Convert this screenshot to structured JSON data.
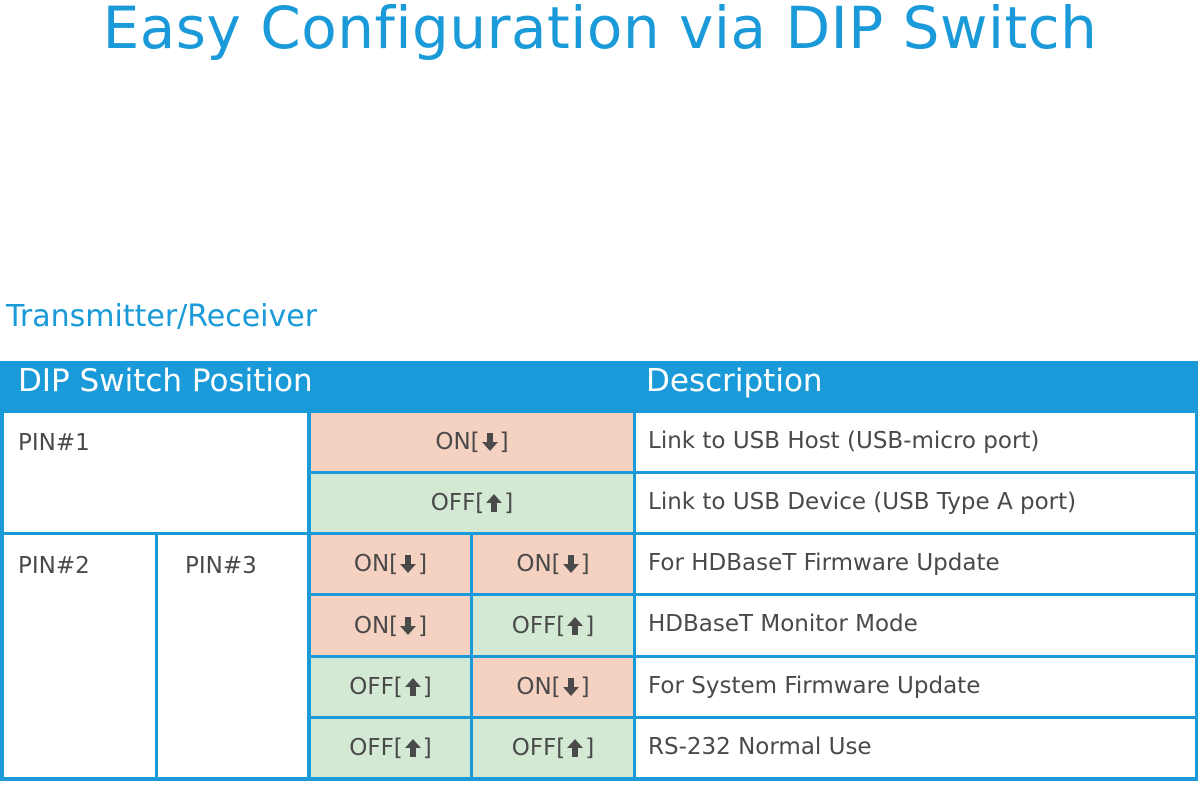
{
  "title": "Easy Configuration via DIP Switch",
  "subtitle": "Transmitter/Receiver",
  "colors": {
    "accent": "#1a9ad9",
    "on": "#f5d1c2",
    "off": "#d4e9d3",
    "text": "#4a4a4a"
  },
  "table": {
    "headers": {
      "position": "DIP Switch Position",
      "description": "Description"
    },
    "group1": {
      "pin": "PIN#1",
      "rows": [
        {
          "state": "ON",
          "arrow": "down-arrow",
          "description": "Link to USB Host (USB-micro port)"
        },
        {
          "state": "OFF",
          "arrow": "up-arrow",
          "description": "Link to USB Device (USB Type A port)"
        }
      ]
    },
    "group2": {
      "pin_a": "PIN#2",
      "pin_b": "PIN#3",
      "rows": [
        {
          "a": "ON",
          "b": "ON",
          "description": "For HDBaseT Firmware Update"
        },
        {
          "a": "ON",
          "b": "OFF",
          "description": "HDBaseT Monitor Mode"
        },
        {
          "a": "OFF",
          "b": "ON",
          "description": "For System Firmware Update"
        },
        {
          "a": "OFF",
          "b": "OFF",
          "description": "RS-232 Normal Use"
        }
      ]
    }
  }
}
